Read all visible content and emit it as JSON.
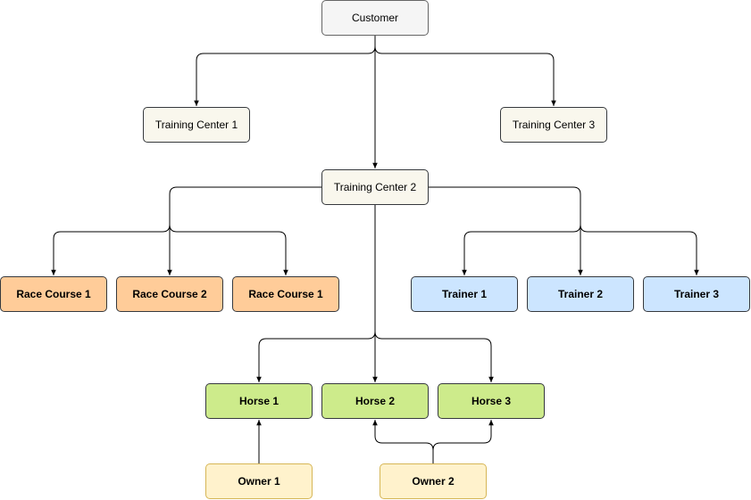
{
  "nodes": {
    "customer": "Customer",
    "training_center_1": "Training Center 1",
    "training_center_2": "Training Center 2",
    "training_center_3": "Training Center 3",
    "race_course_a": "Race Course 1",
    "race_course_b": "Race Course 2",
    "race_course_c": "Race Course 1",
    "trainer_1": "Trainer 1",
    "trainer_2": "Trainer 2",
    "trainer_3": "Trainer 3",
    "horse_1": "Horse 1",
    "horse_2": "Horse 2",
    "horse_3": "Horse 3",
    "owner_1": "Owner 1",
    "owner_2": "Owner 2"
  },
  "colors": {
    "customer_fill": "#f5f5f5",
    "customer_stroke": "#666666",
    "center_fill": "#f9f7ed",
    "center_stroke": "#36393d",
    "race_fill": "#ffcc99",
    "race_stroke": "#36393d",
    "trainer_fill": "#cce5ff",
    "trainer_stroke": "#36393d",
    "horse_fill": "#cdeb8b",
    "horse_stroke": "#36393d",
    "owner_fill": "#fff2cc",
    "owner_stroke": "#d6b656",
    "edge": "#000000"
  },
  "edges": [
    {
      "from": "customer",
      "to": "training_center_1"
    },
    {
      "from": "customer",
      "to": "training_center_2"
    },
    {
      "from": "customer",
      "to": "training_center_3"
    },
    {
      "from": "training_center_2",
      "to": "race_course_a"
    },
    {
      "from": "training_center_2",
      "to": "race_course_b"
    },
    {
      "from": "training_center_2",
      "to": "race_course_c"
    },
    {
      "from": "training_center_2",
      "to": "trainer_1"
    },
    {
      "from": "training_center_2",
      "to": "trainer_2"
    },
    {
      "from": "training_center_2",
      "to": "trainer_3"
    },
    {
      "from": "training_center_2",
      "to": "horse_1"
    },
    {
      "from": "training_center_2",
      "to": "horse_2"
    },
    {
      "from": "training_center_2",
      "to": "horse_3"
    },
    {
      "from": "owner_1",
      "to": "horse_1"
    },
    {
      "from": "owner_2",
      "to": "horse_2"
    },
    {
      "from": "owner_2",
      "to": "horse_3"
    }
  ]
}
